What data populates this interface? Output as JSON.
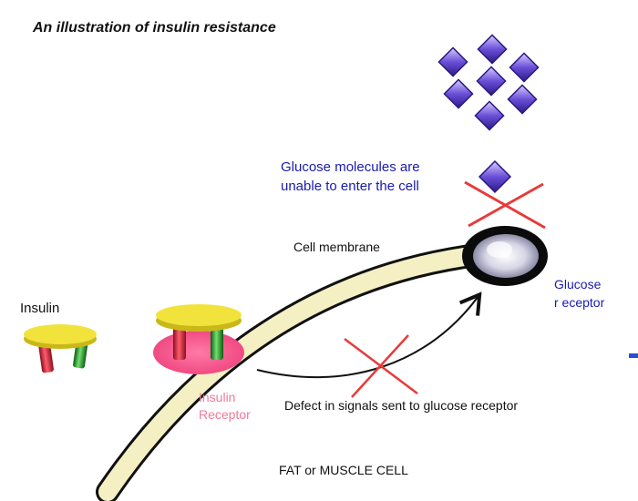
{
  "title": "An illustration of insulin resistance",
  "glucose_message": {
    "line1": "Glucose molecules are",
    "line2": "unable to enter the cell"
  },
  "membrane_label": "Cell membrane",
  "glucose_receptor_label": {
    "line1": "Glucose",
    "line2": "r eceptor"
  },
  "insulin_label": "Insulin",
  "insulin_receptor_label": {
    "line1": "Insulin",
    "line2": "Receptor"
  },
  "defect_label": "Defect in signals sent to glucose receptor",
  "cell_label": "FAT or MUSCLE CELL",
  "colors": {
    "membrane_fill": "#f5f0c4",
    "glucose": "#6a4fd8",
    "cross": "#e83a3a",
    "insulin_cap": "#f2e33c",
    "leg_red": "#d6203a",
    "leg_green": "#2a9a2e",
    "receptor_pink": "#f27aa0",
    "text_blue": "#1a1ab0"
  }
}
